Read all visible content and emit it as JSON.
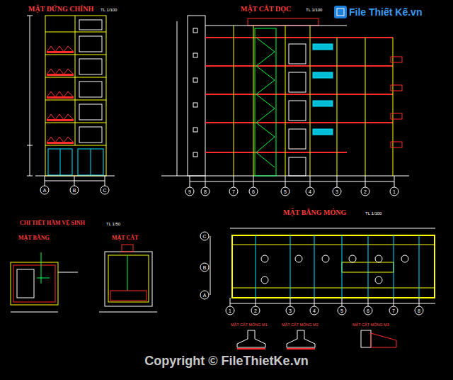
{
  "diagram": {
    "labels": [
      "MẶT ĐỨNG CHÍNH",
      "TL 1/100",
      "MẶT CẮT DỌC",
      "TL 1/100",
      "CHI TIẾT HẦM VỆ SINH",
      "TL 1/50",
      "MẶT BẰNG",
      "MẶT CẮT",
      "MẶT BẰNG MÓNG",
      "TL 1/100",
      "MẶT CẮT MÓNG M1",
      "MẶT CẮT MÓNG M2",
      "MẶT CẮT MÓNG M3",
      "A",
      "B",
      "C",
      "9",
      "8",
      "7",
      "6",
      "5",
      "4",
      "3",
      "2",
      "1",
      "1",
      "2",
      "3",
      "4",
      "5",
      "6",
      "7",
      "8",
      "C",
      "B",
      "A",
      "File Thiết Kế.vn",
      "Copyright © FileThietKe.vn"
    ]
  }
}
